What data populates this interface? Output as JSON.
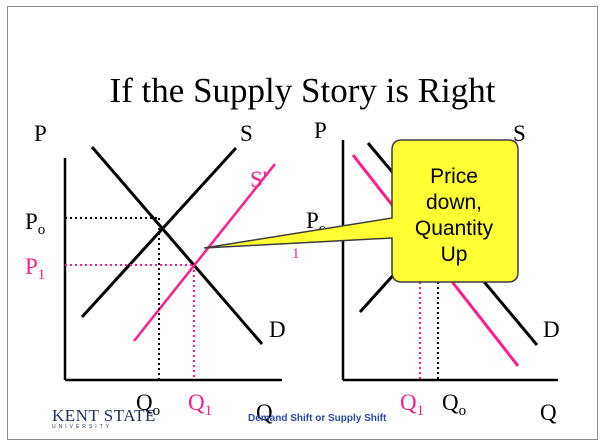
{
  "slide": {
    "title": "If the Supply Story is Right",
    "footer_text": "Demand Shift or Supply Shift",
    "logo_text": "KENT STATE",
    "logo_subtext": "UNIVERSITY"
  },
  "left_graph": {
    "y_axis_label": "P",
    "x_axis_label": "Q",
    "supply_label": "S",
    "new_supply_label": "S'",
    "demand_label": "D",
    "price_original": {
      "base": "P",
      "sub": "o"
    },
    "price_new": {
      "base": "P",
      "sub": "1"
    },
    "quantity_original": {
      "base": "Q",
      "sub": "o"
    },
    "quantity_new": {
      "base": "Q",
      "sub": "1"
    }
  },
  "right_graph": {
    "y_axis_label": "P",
    "x_axis_label": "Q",
    "supply_label": "S",
    "demand_label": "D",
    "price_original": {
      "base": "P",
      "sub": "o"
    },
    "price_new_partial": "1",
    "quantity_new": {
      "base": "Q",
      "sub": "1"
    },
    "quantity_original": {
      "base": "Q",
      "sub": "o"
    }
  },
  "callout": {
    "lines": [
      "Price",
      "down,",
      "Quantity",
      "Up"
    ]
  },
  "colors": {
    "original_curves": "#000000",
    "shifted_curve": "#ff1e8c",
    "callout_fill": "#ffff33",
    "callout_border": "#3d3d3d",
    "footer_text": "#2b4aa8"
  }
}
